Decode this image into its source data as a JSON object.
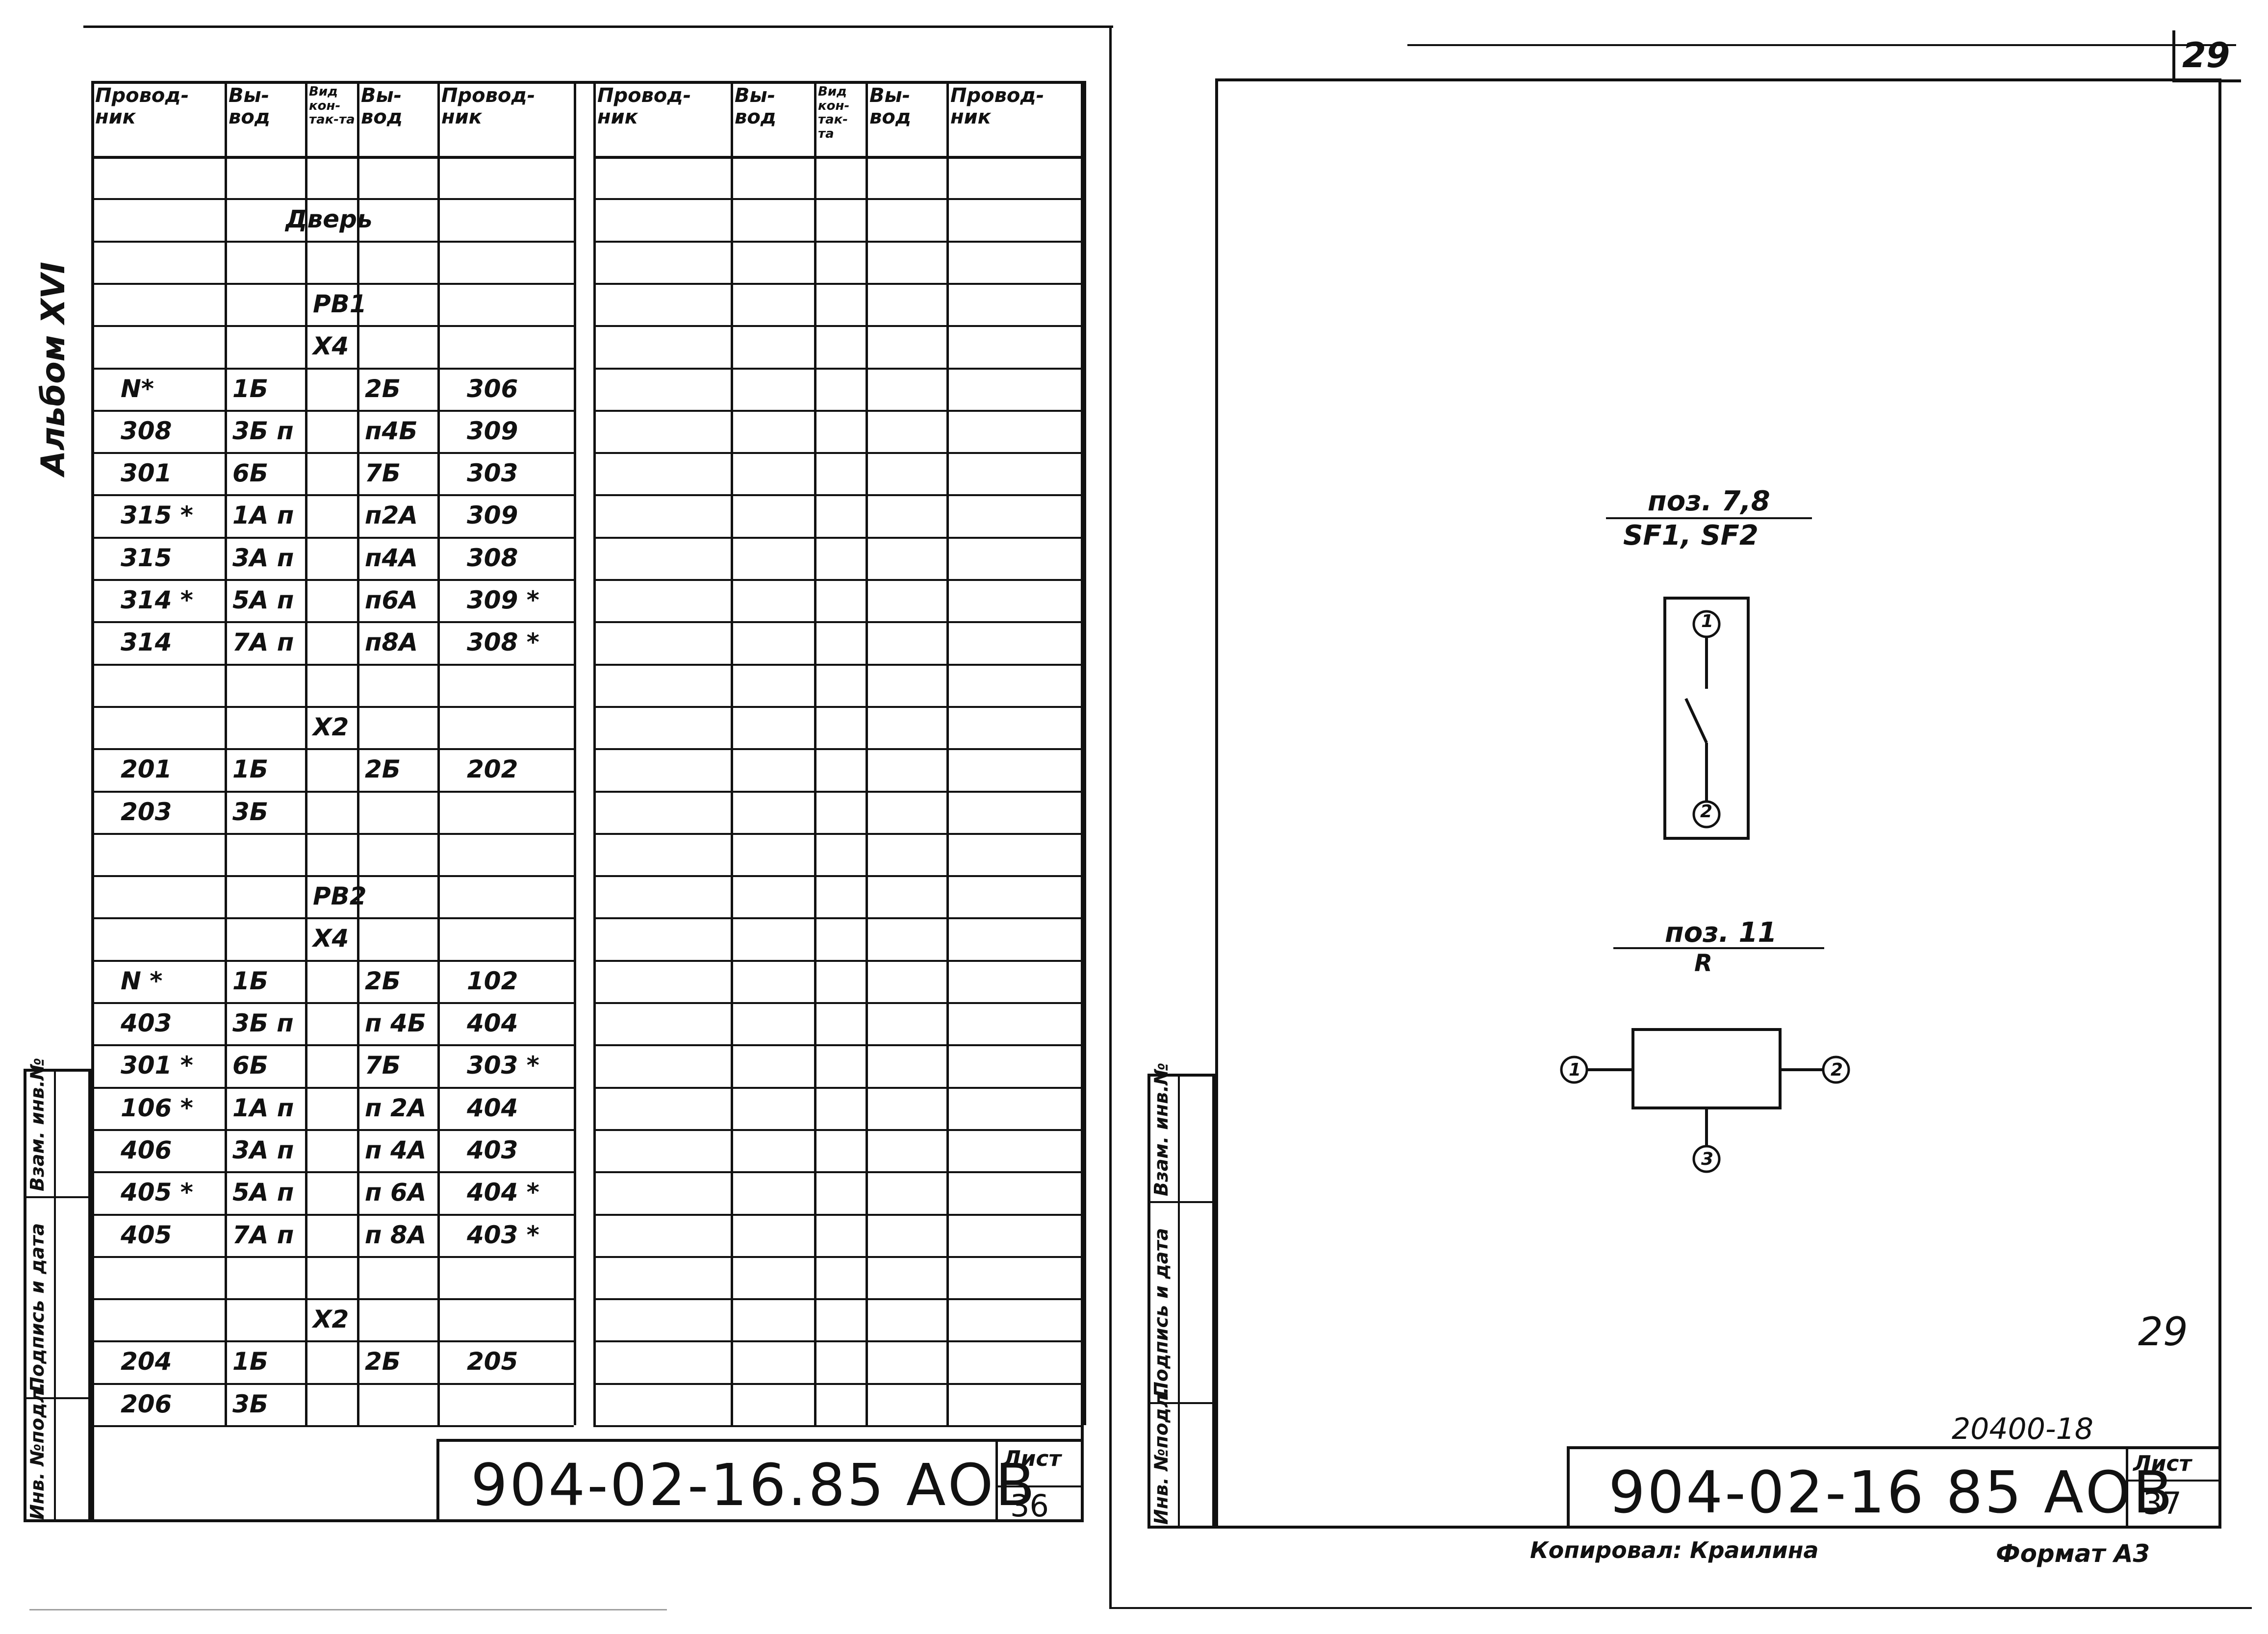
{
  "page_number_top": "29",
  "album_label": "Альбом XVI",
  "left_sheet": {
    "headers": {
      "conductor_1": "Провод-ник",
      "terminal_1": "Вы-вод",
      "contact_type": "Вид кон-так-та",
      "terminal_2": "Вы-вод",
      "conductor_2": "Провод-ник"
    },
    "rows": [
      {
        "c1": "",
        "t1": "",
        "k": "",
        "t2": "",
        "c2": ""
      },
      {
        "c1": "",
        "t1": "",
        "k": "Дверь",
        "t2": "",
        "c2": ""
      },
      {
        "c1": "",
        "t1": "",
        "k": "",
        "t2": "",
        "c2": ""
      },
      {
        "c1": "",
        "t1": "",
        "k": "РВ1",
        "t2": "",
        "c2": ""
      },
      {
        "c1": "",
        "t1": "",
        "k": "Х4",
        "t2": "",
        "c2": ""
      },
      {
        "c1": "N*",
        "t1": "1Б",
        "k": "",
        "t2": "2Б",
        "c2": "306"
      },
      {
        "c1": "308",
        "t1": "3Б п",
        "k": "",
        "t2": "п4Б",
        "c2": "309"
      },
      {
        "c1": "301",
        "t1": "6Б",
        "k": "",
        "t2": "7Б",
        "c2": "303"
      },
      {
        "c1": "315 *",
        "t1": "1А п",
        "k": "",
        "t2": "п2А",
        "c2": "309"
      },
      {
        "c1": "315",
        "t1": "3А п",
        "k": "",
        "t2": "п4А",
        "c2": "308"
      },
      {
        "c1": "314 *",
        "t1": "5А п",
        "k": "",
        "t2": "п6А",
        "c2": "309 *"
      },
      {
        "c1": "314",
        "t1": "7А п",
        "k": "",
        "t2": "п8А",
        "c2": "308 *"
      },
      {
        "c1": "",
        "t1": "",
        "k": "",
        "t2": "",
        "c2": ""
      },
      {
        "c1": "",
        "t1": "",
        "k": "Х2",
        "t2": "",
        "c2": ""
      },
      {
        "c1": "201",
        "t1": "1Б",
        "k": "",
        "t2": "2Б",
        "c2": "202"
      },
      {
        "c1": "203",
        "t1": "3Б",
        "k": "",
        "t2": "",
        "c2": ""
      },
      {
        "c1": "",
        "t1": "",
        "k": "",
        "t2": "",
        "c2": ""
      },
      {
        "c1": "",
        "t1": "",
        "k": "РВ2",
        "t2": "",
        "c2": ""
      },
      {
        "c1": "",
        "t1": "",
        "k": "Х4",
        "t2": "",
        "c2": ""
      },
      {
        "c1": "N *",
        "t1": "1Б",
        "k": "",
        "t2": "2Б",
        "c2": "102"
      },
      {
        "c1": "403",
        "t1": "3Б п",
        "k": "",
        "t2": "п 4Б",
        "c2": "404"
      },
      {
        "c1": "301 *",
        "t1": "6Б",
        "k": "",
        "t2": "7Б",
        "c2": "303 *"
      },
      {
        "c1": "106 *",
        "t1": "1А п",
        "k": "",
        "t2": "п 2А",
        "c2": "404"
      },
      {
        "c1": "406",
        "t1": "3А п",
        "k": "",
        "t2": "п 4А",
        "c2": "403"
      },
      {
        "c1": "405 *",
        "t1": "5А п",
        "k": "",
        "t2": "п 6А",
        "c2": "404 *"
      },
      {
        "c1": "405",
        "t1": "7А п",
        "k": "",
        "t2": "п 8А",
        "c2": "403 *"
      },
      {
        "c1": "",
        "t1": "",
        "k": "",
        "t2": "",
        "c2": ""
      },
      {
        "c1": "",
        "t1": "",
        "k": "Х2",
        "t2": "",
        "c2": ""
      },
      {
        "c1": "204",
        "t1": "1Б",
        "k": "",
        "t2": "2Б",
        "c2": "205"
      },
      {
        "c1": "206",
        "t1": "3Б",
        "k": "",
        "t2": "",
        "c2": ""
      }
    ],
    "stamp_labels": [
      "Инв. №подл.",
      "Подпись и дата",
      "Взам. инв.№"
    ],
    "code": "904-02-16.85 АОВ",
    "sheet_label": "Лист",
    "sheet_number": "36"
  },
  "right_sheet": {
    "pos1_top": "поз. 7,8",
    "pos1_bottom": "SF1, SF2",
    "switch_pin_top": "1",
    "switch_pin_bottom": "2",
    "pos2_top": "поз. 11",
    "pos2_bottom": "R",
    "res_pin_left": "1",
    "res_pin_right": "2",
    "res_pin_bottom": "3",
    "handwritten_page": "29",
    "order_number": "20400-18",
    "stamp_labels": [
      "Инв. №подл.",
      "Подпись и дата",
      "Взам. инв.№"
    ],
    "code": "904-02-16 85 АОВ",
    "sheet_label": "Лист",
    "sheet_number": "37",
    "copied_by": "Копировал: Краилина",
    "format": "Формат А3"
  }
}
